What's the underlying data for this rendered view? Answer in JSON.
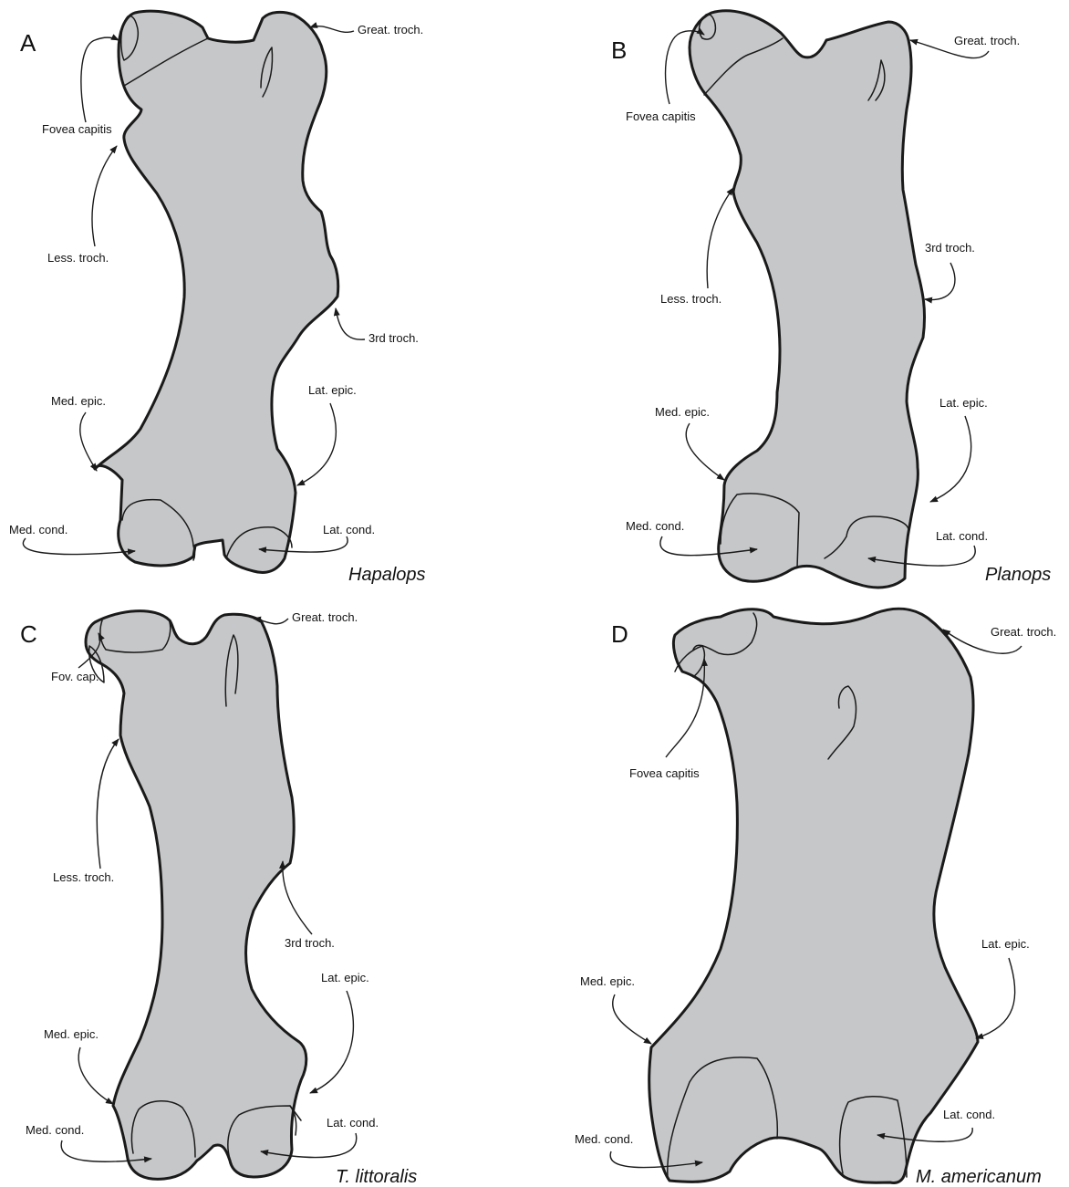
{
  "panels": {
    "A": {
      "letter": "A",
      "taxon": "Hapalops",
      "labels": {
        "great_troch": "Great. troch.",
        "fovea": "Fovea capitis",
        "less_troch": "Less. troch.",
        "third_troch": "3rd troch.",
        "med_epic": "Med. epic.",
        "lat_epic": "Lat. epic.",
        "med_cond": "Med. cond.",
        "lat_cond": "Lat. cond."
      }
    },
    "B": {
      "letter": "B",
      "taxon": "Planops",
      "labels": {
        "great_troch": "Great. troch.",
        "fovea": "Fovea capitis",
        "less_troch": "Less. troch.",
        "third_troch": "3rd troch.",
        "med_epic": "Med. epic.",
        "lat_epic": "Lat. epic.",
        "med_cond": "Med. cond.",
        "lat_cond": "Lat. cond."
      }
    },
    "C": {
      "letter": "C",
      "taxon": "T. littoralis",
      "labels": {
        "great_troch": "Great. troch.",
        "fovea": "Fov. cap.",
        "less_troch": "Less. troch.",
        "third_troch": "3rd troch.",
        "med_epic": "Med. epic.",
        "lat_epic": "Lat. epic.",
        "med_cond": "Med. cond.",
        "lat_cond": "Lat. cond."
      }
    },
    "D": {
      "letter": "D",
      "taxon": "M. americanum",
      "labels": {
        "great_troch": "Great. troch.",
        "fovea": "Fovea capitis",
        "med_epic": "Med. epic.",
        "lat_epic": "Lat. epic.",
        "med_cond": "Med. cond.",
        "lat_cond": "Lat. cond."
      }
    }
  },
  "colors": {
    "bone_fill": "#c6c7c9",
    "outline": "#1a1a1a",
    "text": "#111111"
  }
}
